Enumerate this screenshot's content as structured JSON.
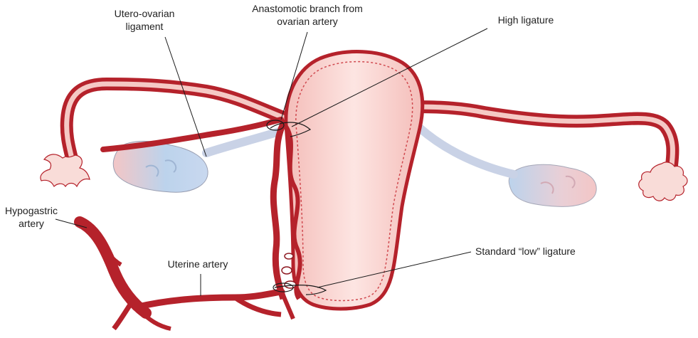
{
  "labels": {
    "utero_ovarian_1": "Utero-ovarian",
    "utero_ovarian_2": "ligament",
    "anastomotic_1": "Anastomotic branch from",
    "anastomotic_2": "ovarian artery",
    "high_ligature": "High ligature",
    "hypogastric_1": "Hypogastric",
    "hypogastric_2": "artery",
    "uterine_artery": "Uterine artery",
    "low_ligature": "Standard “low” ligature"
  },
  "colors": {
    "artery": "#b5222b",
    "artery_dark": "#8e1a22",
    "uterus_fill": "#f7c9c6",
    "uterus_light": "#fbe1de",
    "ovary_blue": "#bcd3ec",
    "ovary_pink": "#f2c4c4",
    "leader_line": "#1a1a1a"
  }
}
